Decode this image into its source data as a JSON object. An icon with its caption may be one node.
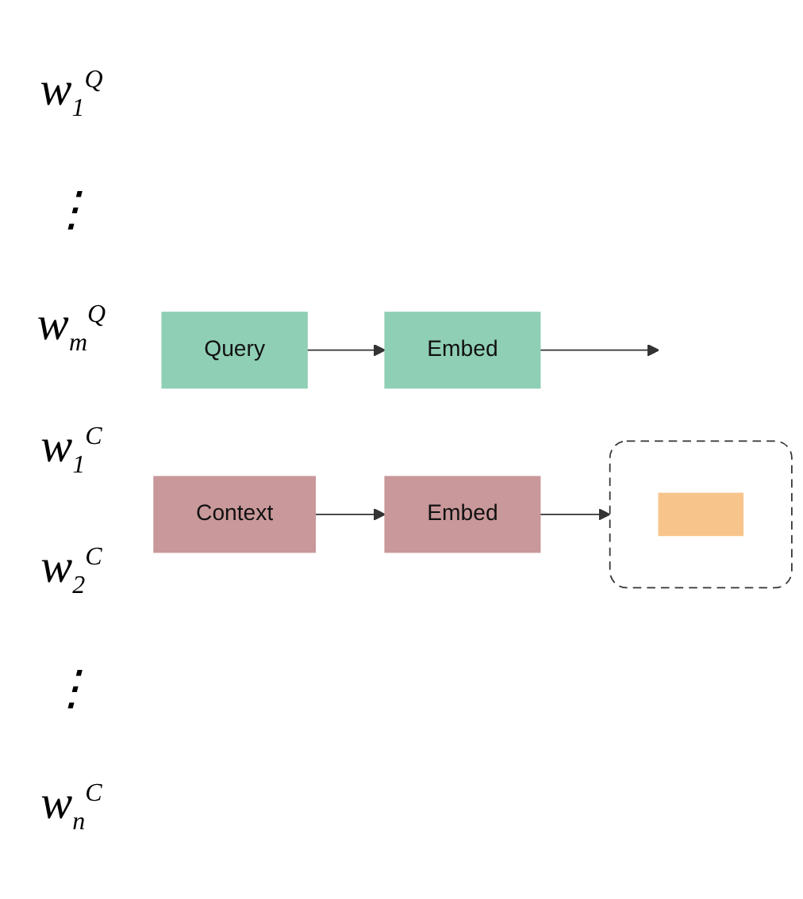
{
  "diagram": {
    "nodes": [
      {
        "text": [
          "Query"
        ]
      },
      {
        "text": [
          "Embed"
        ]
      },
      {
        "text": [
          "Context"
        ]
      },
      {
        "text": [
          "Embed"
        ]
      },
      {
        "text": [],
        "shape": "box"
      },
      {
        "text": [],
        "shape": "box",
        "in": 4
      }
    ],
    "edges": [
      {
        "from": 0,
        "to": 1,
        "arrow": "to"
      },
      {
        "from": 1,
        "to": null,
        "arrow": "to"
      },
      {
        "from": 2,
        "to": 3,
        "arrow": "to"
      },
      {
        "from": 3,
        "to": 4,
        "arrow": "to"
      }
    ],
    "labels": [
      "w$_{1}$$^{Q}$",
      "⋮",
      "w$_{m}$$^{Q}$",
      "w$_{1}$$^{C}$",
      "w$_{2}$$^{C}$",
      "⋮",
      "w$_{n}$$^{C}$"
    ]
  }
}
